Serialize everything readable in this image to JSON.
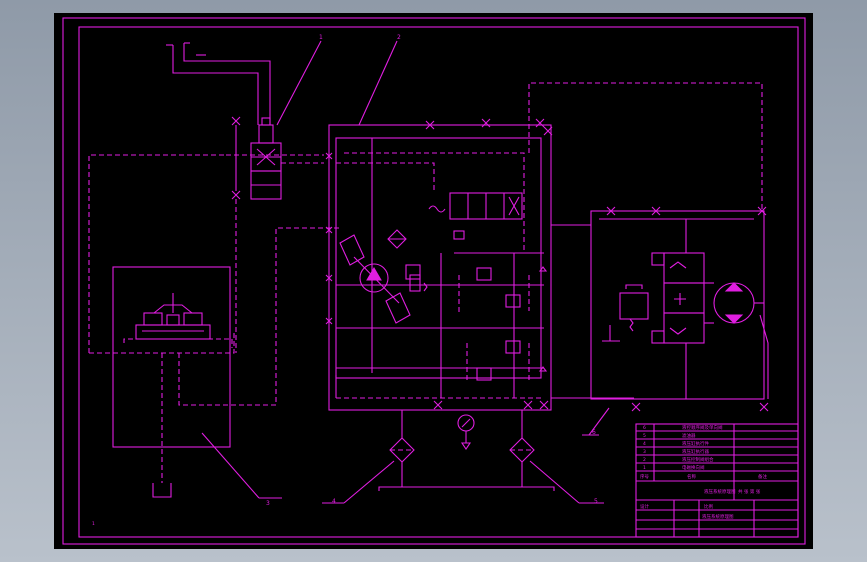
{
  "drawing": {
    "line_color": "#e01ee0",
    "background": "#000000",
    "leader_numbers": [
      "1",
      "2",
      "3",
      "4",
      "5",
      "6"
    ],
    "sheet_mark": "1"
  },
  "title_block": {
    "parts": [
      {
        "no": "6",
        "name": "液控顺序阀及单向阀"
      },
      {
        "no": "5",
        "name": "滤油器"
      },
      {
        "no": "4",
        "name": "液压缸执行件"
      },
      {
        "no": "3",
        "name": "液压缸执行器"
      },
      {
        "no": "2",
        "name": "液压控制阀组合"
      },
      {
        "no": "1",
        "name": "电磁换向阀"
      }
    ],
    "header_no": "序号",
    "header_name": "名称",
    "header_note": "备注",
    "designer_label": "设计",
    "project_label": "液压系统原理图",
    "scale_label": "比例",
    "sheet_label": "共 张 第 张",
    "drawing_title": "液压系统原理图"
  }
}
